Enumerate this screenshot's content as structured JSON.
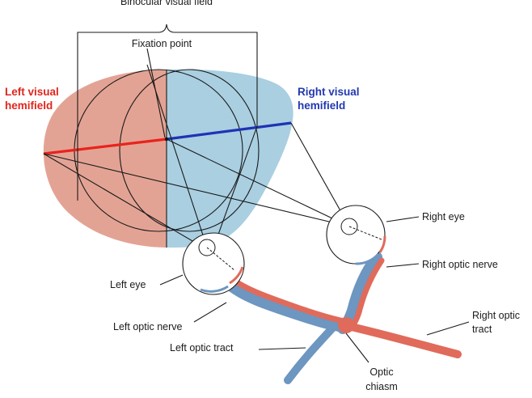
{
  "labels": {
    "binocular_field": "Binocular visual field",
    "fixation_point": "Fixation point",
    "left_hemifield_line1": "Left visual",
    "left_hemifield_line2": "hemifield",
    "right_hemifield_line1": "Right visual",
    "right_hemifield_line2": "hemifield",
    "right_eye": "Right eye",
    "left_eye": "Left eye",
    "right_optic_nerve": "Right optic nerve",
    "left_optic_nerve": "Left optic nerve",
    "right_optic_tract_line1": "Right optic",
    "right_optic_tract_line2": "tract",
    "left_optic_tract": "Left optic tract",
    "optic_chiasm_line1": "Optic",
    "optic_chiasm_line2": "chiasm"
  },
  "colors": {
    "left_field_fill": "#e3a394",
    "right_field_fill": "#a9cfe1",
    "left_meridian": "#e8231d",
    "right_meridian": "#1f33b5",
    "left_hemifield_text": "#e0261d",
    "right_hemifield_text": "#2238b0",
    "nerve_red": "#e06b5b",
    "nerve_blue": "#6d96c0"
  }
}
